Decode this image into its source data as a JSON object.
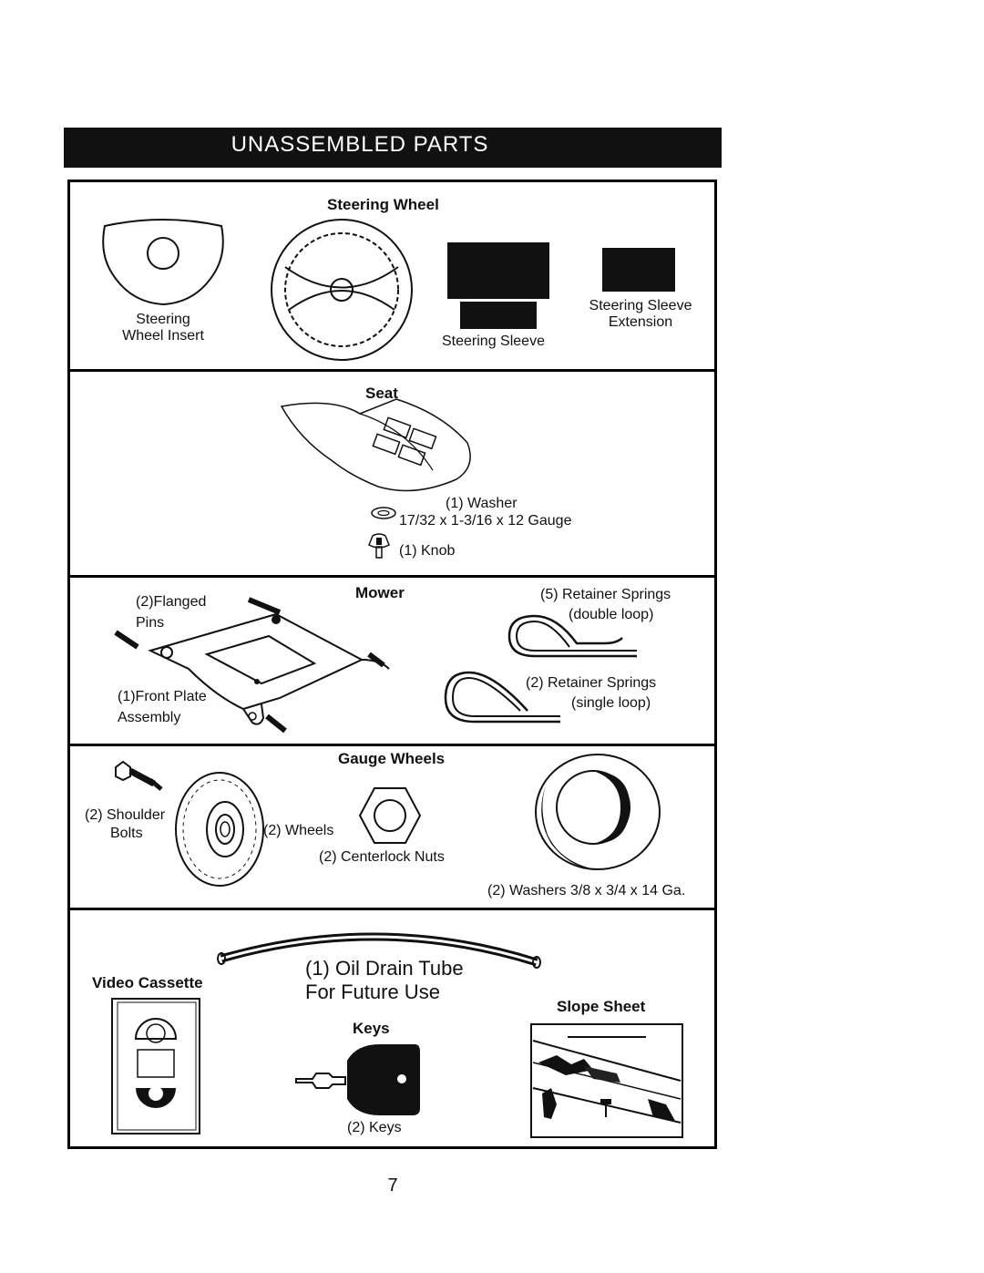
{
  "header": {
    "title": "UNASSEMBLED PARTS"
  },
  "steering_section": {
    "heading": "Steering Wheel",
    "insert_label_line1": "Steering",
    "insert_label_line2": "Wheel Insert",
    "sleeve_label": "Steering Sleeve",
    "extension_label_line1": "Steering Sleeve",
    "extension_label_line2": "Extension"
  },
  "seat_section": {
    "heading": "Seat",
    "washer_line1": "(1) Washer",
    "washer_line2": "17/32 x 1-3/16 x 12 Gauge",
    "knob_label": "(1) Knob"
  },
  "mower_section": {
    "heading": "Mower",
    "flanged_line1": "(2)Flanged",
    "flanged_line2": "Pins",
    "front_plate_line1": "(1)Front Plate",
    "front_plate_line2": "Assembly",
    "retainer_double_line1": "(5)  Retainer Springs",
    "retainer_double_line2": "(double loop)",
    "retainer_single_line1": "(2)  Retainer Springs",
    "retainer_single_line2": "(single loop)"
  },
  "gauge_section": {
    "heading": "Gauge Wheels",
    "bolts_line1": "(2) Shoulder",
    "bolts_line2": "Bolts",
    "wheels_label": "(2) Wheels",
    "nuts_label": "(2) Centerlock Nuts",
    "washers_label": "(2) Washers 3/8 x 3/4 x 14 Ga."
  },
  "misc_section": {
    "video_heading": "Video Cassette",
    "drain_line1": "(1) Oil Drain Tube",
    "drain_line2": "For Future Use",
    "keys_heading": "Keys",
    "keys_label": "(2) Keys",
    "slope_heading": "Slope Sheet"
  },
  "footer": {
    "page_number": "7"
  }
}
